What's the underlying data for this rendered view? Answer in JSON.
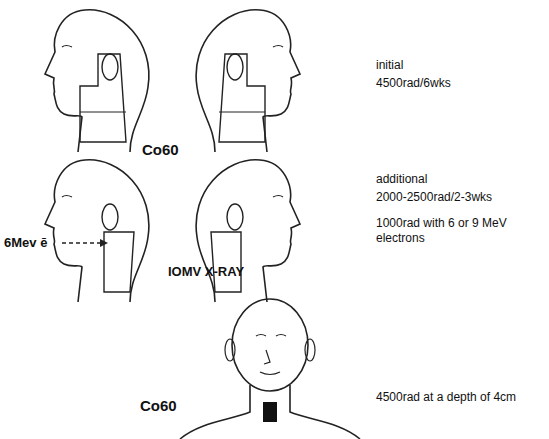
{
  "diagram": {
    "labels": [
      "initial",
      "4500rad/6wks",
      "Co60",
      "additional",
      "2000-2500rad/2-3wks",
      "1000rad with 6 or 9 MeV electrons",
      "6Mev ē",
      "IOMV X-RAY",
      "4500rad at a depth of 4cm",
      "Co60"
    ]
  }
}
